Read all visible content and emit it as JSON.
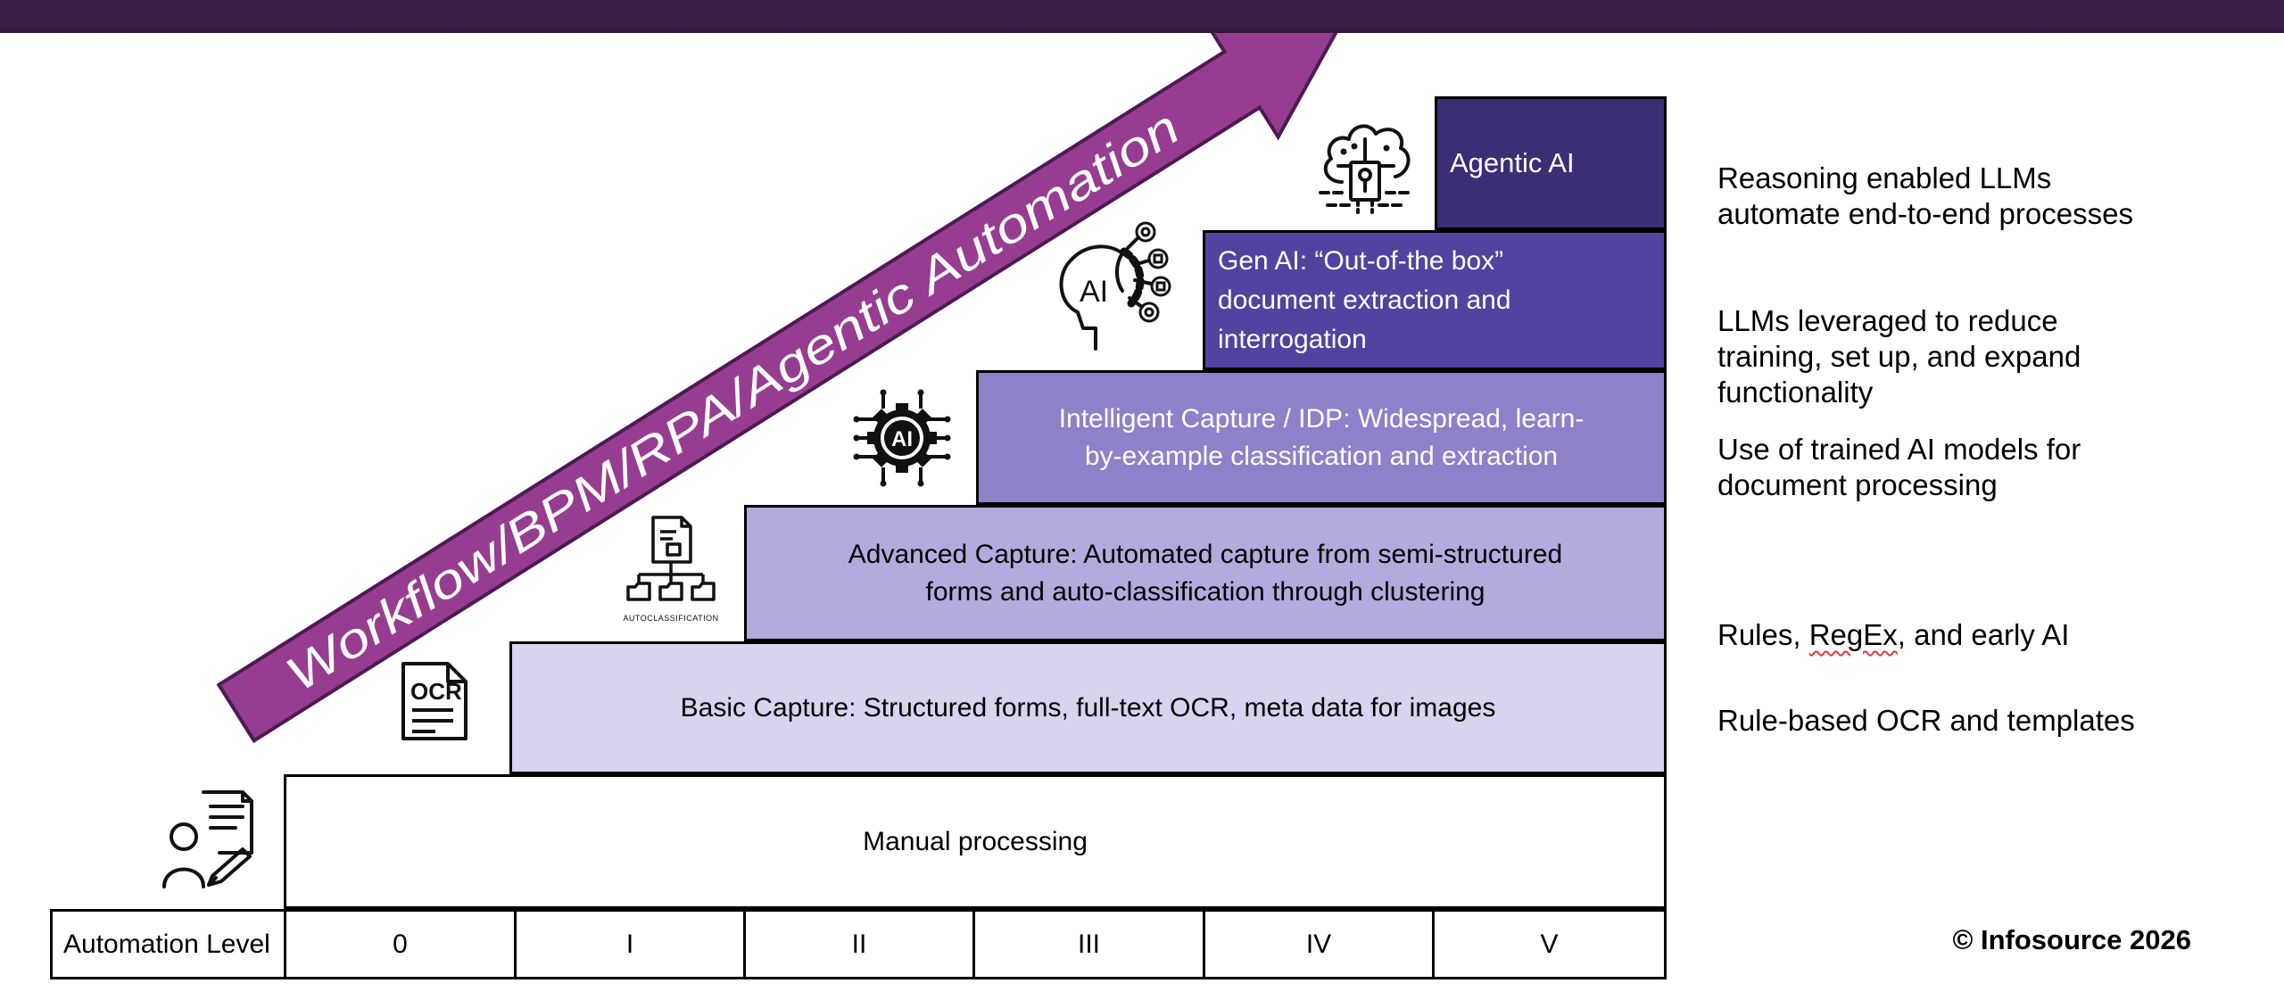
{
  "page": {
    "top_bar_color": "#3a1d45",
    "background": "#ffffff"
  },
  "arrow": {
    "label": "Workflow/BPM/RPA/Agentic Automation",
    "fill": "#963d92",
    "border": "#4e1a54",
    "text_color": "#ffffff"
  },
  "table": {
    "header": "Automation Level"
  },
  "levels": [
    {
      "roman": "0",
      "label_lines": [
        "Manual processing"
      ],
      "color": "#ffffff",
      "text_color": "#000000",
      "icon": "person-writing-icon",
      "note_lines": []
    },
    {
      "roman": "I",
      "label_lines": [
        "Basic Capture: Structured forms, full-text OCR, meta data for images"
      ],
      "color": "#d8d3ef",
      "text_color": "#000000",
      "icon": "ocr-document-icon",
      "note_lines": [
        "Rule-based OCR and templates"
      ]
    },
    {
      "roman": "II",
      "label_lines": [
        "Advanced Capture: Automated capture from semi-structured",
        "forms and auto-classification through clustering"
      ],
      "color": "#b4aadd",
      "text_color": "#000000",
      "icon": "autoclassification-icon",
      "note": {
        "pre": "Rules, ",
        "highlight": "RegEx",
        "post": ", and early AI"
      }
    },
    {
      "roman": "III",
      "label_lines": [
        "Intelligent Capture / IDP: Widespread, learn-",
        "by-example classification and extraction"
      ],
      "color": "#8e81ca",
      "text_color": "#ffffff",
      "icon": "ai-gear-icon",
      "note_lines": [
        "Use of trained AI models for",
        "document processing"
      ]
    },
    {
      "roman": "IV",
      "label_lines": [
        "Gen AI: “Out-of-the box”",
        "document extraction and",
        "interrogation"
      ],
      "color": "#5243a0",
      "text_color": "#ffffff",
      "icon": "ai-head-icon",
      "note_lines": [
        "LLMs leveraged to reduce",
        "training, set up, and expand",
        "functionality"
      ]
    },
    {
      "roman": "V",
      "label_lines": [
        "Agentic AI"
      ],
      "color": "#3c2e75",
      "text_color": "#ffffff",
      "icon": "ai-brain-cloud-icon",
      "note_lines": [
        "Reasoning enabled LLMs",
        "automate end-to-end processes"
      ]
    }
  ],
  "icon_texts": {
    "ocr": "OCR",
    "gear_ai": "AI",
    "head_ai": "AI",
    "autoclass_caption": "AUTOCLASSIFICATION"
  },
  "footer": {
    "copyright": "© Infosource 2026"
  }
}
